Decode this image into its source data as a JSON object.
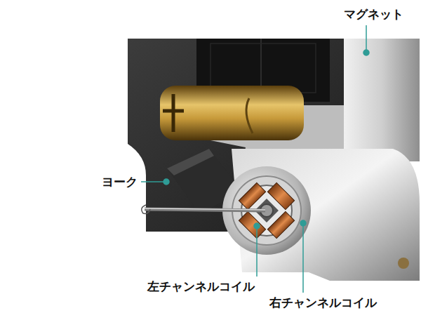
{
  "diagram": {
    "labels": [
      "マグネット",
      "ヨーク",
      "左チャンネルコイル",
      "右チャンネルコイル"
    ]
  }
}
